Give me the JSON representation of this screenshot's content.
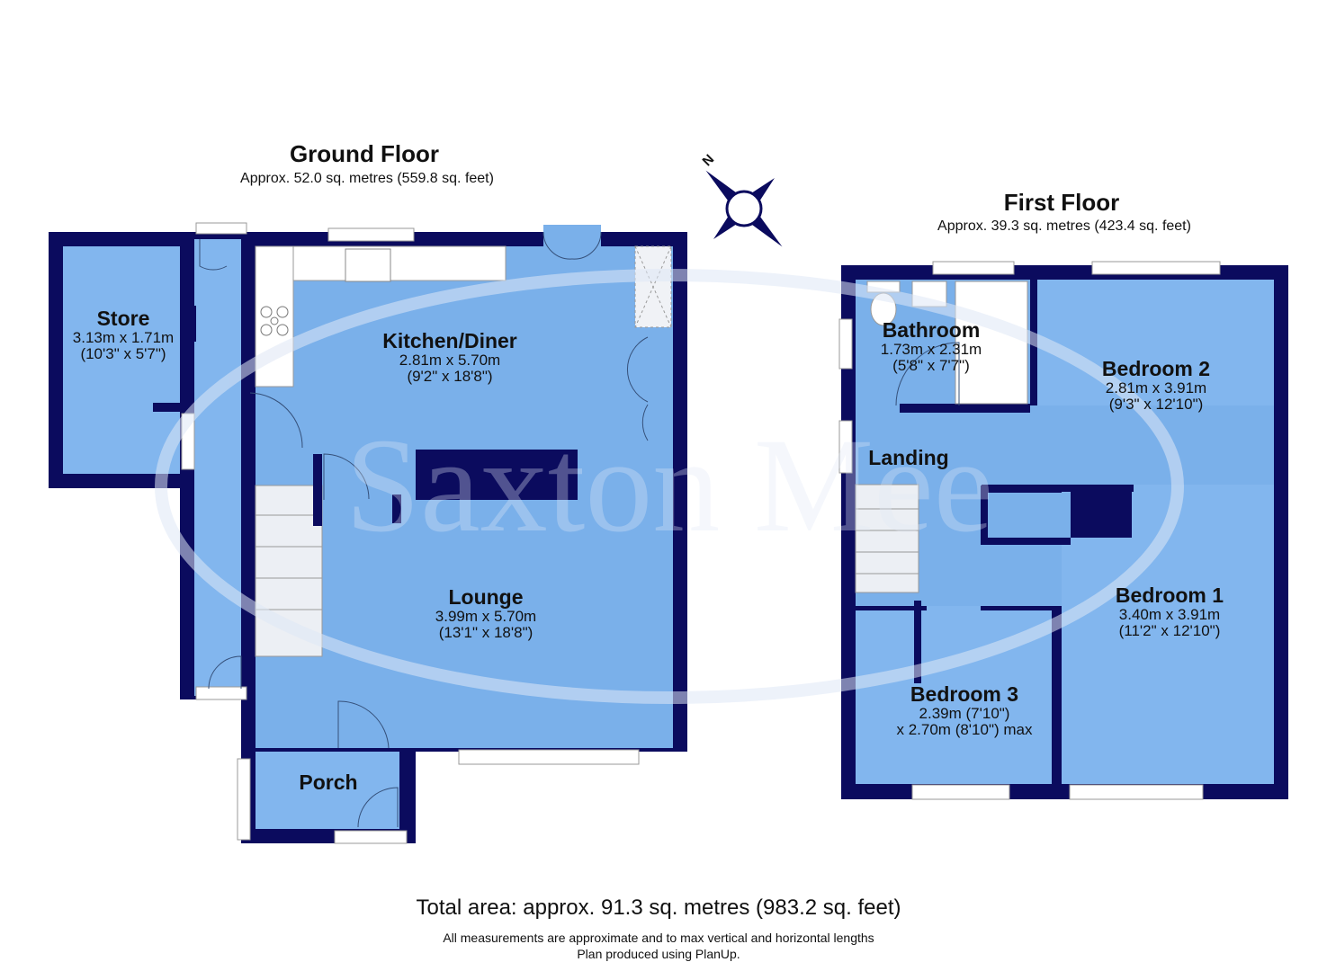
{
  "colors": {
    "wall": "#0b0b5e",
    "floor": "#82b6ee",
    "floor_dark": "#74a7e0",
    "watermark": "#dfe7f5"
  },
  "watermark": {
    "text": "Saxton Mee"
  },
  "compass": {
    "label": "N",
    "icon": "compass-rose-icon"
  },
  "ground_floor": {
    "title": "Ground Floor",
    "area": "Approx. 52.0 sq. metres (559.8 sq. feet)",
    "rooms": [
      {
        "name": "Store",
        "dim_m": "3.13m x 1.71m",
        "dim_ft": "(10'3\" x 5'7\")"
      },
      {
        "name": "Kitchen/Diner",
        "dim_m": "2.81m x 5.70m",
        "dim_ft": "(9'2\" x 18'8\")"
      },
      {
        "name": "Lounge",
        "dim_m": "3.99m x 5.70m",
        "dim_ft": "(13'1\" x 18'8\")"
      },
      {
        "name": "Porch",
        "dim_m": "",
        "dim_ft": ""
      }
    ]
  },
  "first_floor": {
    "title": "First Floor",
    "area": "Approx. 39.3 sq. metres (423.4 sq. feet)",
    "rooms": [
      {
        "name": "Bathroom",
        "dim_m": "1.73m x 2.31m",
        "dim_ft": "(5'8\" x 7'7\")"
      },
      {
        "name": "Bedroom 2",
        "dim_m": "2.81m x 3.91m",
        "dim_ft": "(9'3\" x 12'10\")"
      },
      {
        "name": "Landing",
        "dim_m": "",
        "dim_ft": ""
      },
      {
        "name": "Bedroom 1",
        "dim_m": "3.40m x 3.91m",
        "dim_ft": "(11'2\" x 12'10\")"
      },
      {
        "name": "Bedroom 3",
        "dim_m": "2.39m (7'10\")",
        "dim_ft": "x 2.70m (8'10\") max"
      }
    ]
  },
  "footer": {
    "total": "Total area: approx. 91.3 sq. metres (983.2 sq. feet)",
    "note1": "All measurements are approximate and to max vertical and horizontal lengths",
    "note2": "Plan produced using PlanUp."
  }
}
